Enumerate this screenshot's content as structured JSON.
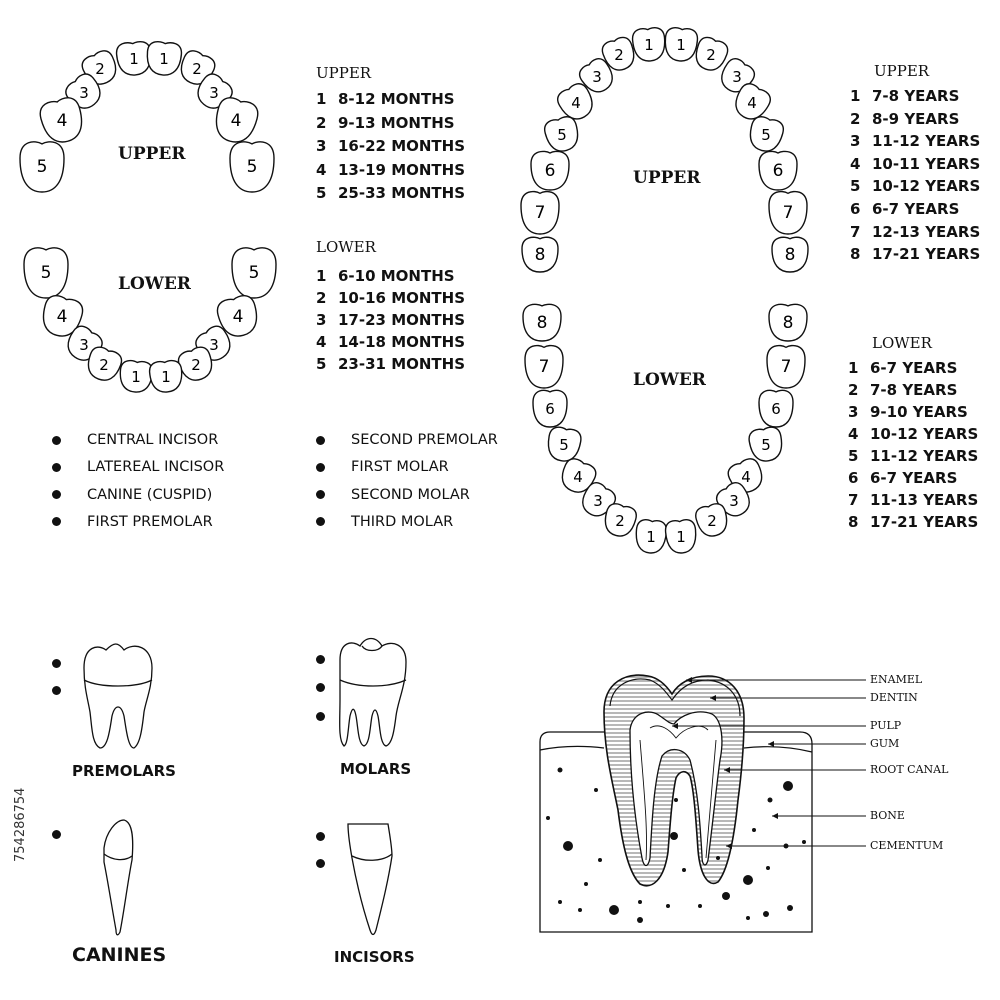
{
  "primary": {
    "jaw_upper_label": "UPPER",
    "jaw_lower_label": "LOWER",
    "upper_table": {
      "heading": "UPPER",
      "rows": [
        {
          "n": "1",
          "text": "8-12 MONTHS"
        },
        {
          "n": "2",
          "text": "9-13 MONTHS"
        },
        {
          "n": "3",
          "text": "16-22 MONTHS"
        },
        {
          "n": "4",
          "text": "13-19 MONTHS"
        },
        {
          "n": "5",
          "text": "25-33 MONTHS"
        }
      ]
    },
    "lower_table": {
      "heading": "LOWER",
      "rows": [
        {
          "n": "1",
          "text": "6-10 MONTHS"
        },
        {
          "n": "2",
          "text": "10-16 MONTHS"
        },
        {
          "n": "3",
          "text": "17-23 MONTHS"
        },
        {
          "n": "4",
          "text": "14-18 MONTHS"
        },
        {
          "n": "5",
          "text": "23-31 MONTHS"
        }
      ]
    },
    "upper_teeth": [
      "1",
      "1",
      "2",
      "2",
      "3",
      "3",
      "4",
      "4",
      "5",
      "5"
    ],
    "lower_teeth": [
      "5",
      "5",
      "4",
      "4",
      "3",
      "3",
      "2",
      "2",
      "1",
      "1"
    ]
  },
  "permanent": {
    "jaw_upper_label": "UPPER",
    "jaw_lower_label": "LOWER",
    "upper_table": {
      "heading": "UPPER",
      "rows": [
        {
          "n": "1",
          "text": "7-8 YEARS"
        },
        {
          "n": "2",
          "text": "8-9 YEARS"
        },
        {
          "n": "3",
          "text": "11-12 YEARS"
        },
        {
          "n": "4",
          "text": "10-11 YEARS"
        },
        {
          "n": "5",
          "text": "10-12 YEARS"
        },
        {
          "n": "6",
          "text": "6-7   YEARS"
        },
        {
          "n": "7",
          "text": "12-13 YEARS"
        },
        {
          "n": "8",
          "text": "17-21 YEARS"
        }
      ]
    },
    "lower_table": {
      "heading": "LOWER",
      "rows": [
        {
          "n": "1",
          "text": "6-7 YEARS"
        },
        {
          "n": "2",
          "text": "7-8 YEARS"
        },
        {
          "n": "3",
          "text": "9-10 YEARS"
        },
        {
          "n": "4",
          "text": "10-12 YEARS"
        },
        {
          "n": "5",
          "text": "11-12 YEARS"
        },
        {
          "n": "6",
          "text": "6-7   YEARS"
        },
        {
          "n": "7",
          "text": "11-13 YEARS"
        },
        {
          "n": "8",
          "text": "17-21 YEARS"
        }
      ]
    },
    "upper_teeth": [
      "1",
      "1",
      "2",
      "2",
      "3",
      "3",
      "4",
      "4",
      "5",
      "5",
      "6",
      "6",
      "7",
      "7",
      "8",
      "8"
    ],
    "lower_teeth": [
      "8",
      "8",
      "7",
      "7",
      "6",
      "6",
      "5",
      "5",
      "4",
      "4",
      "3",
      "3",
      "2",
      "2",
      "1",
      "1"
    ]
  },
  "legend": {
    "left": [
      "CENTRAL INCISOR",
      "LATEREAL INCISOR",
      "CANINE (CUSPID)",
      "FIRST PREMOLAR"
    ],
    "right": [
      "SECOND PREMOLAR",
      "FIRST MOLAR",
      "SECOND MOLAR",
      "THIRD MOLAR"
    ]
  },
  "tooth_types": {
    "premolars": "PREMOLARS",
    "molars": "MOLARS",
    "canines": "CANINES",
    "incisors": "INCISORS"
  },
  "anatomy": {
    "labels": [
      "ENAMEL",
      "DENTIN",
      "PULP",
      "GUM",
      "ROOT CANAL",
      "BONE",
      "CEMENTUM"
    ]
  },
  "stock_id": "754286754"
}
